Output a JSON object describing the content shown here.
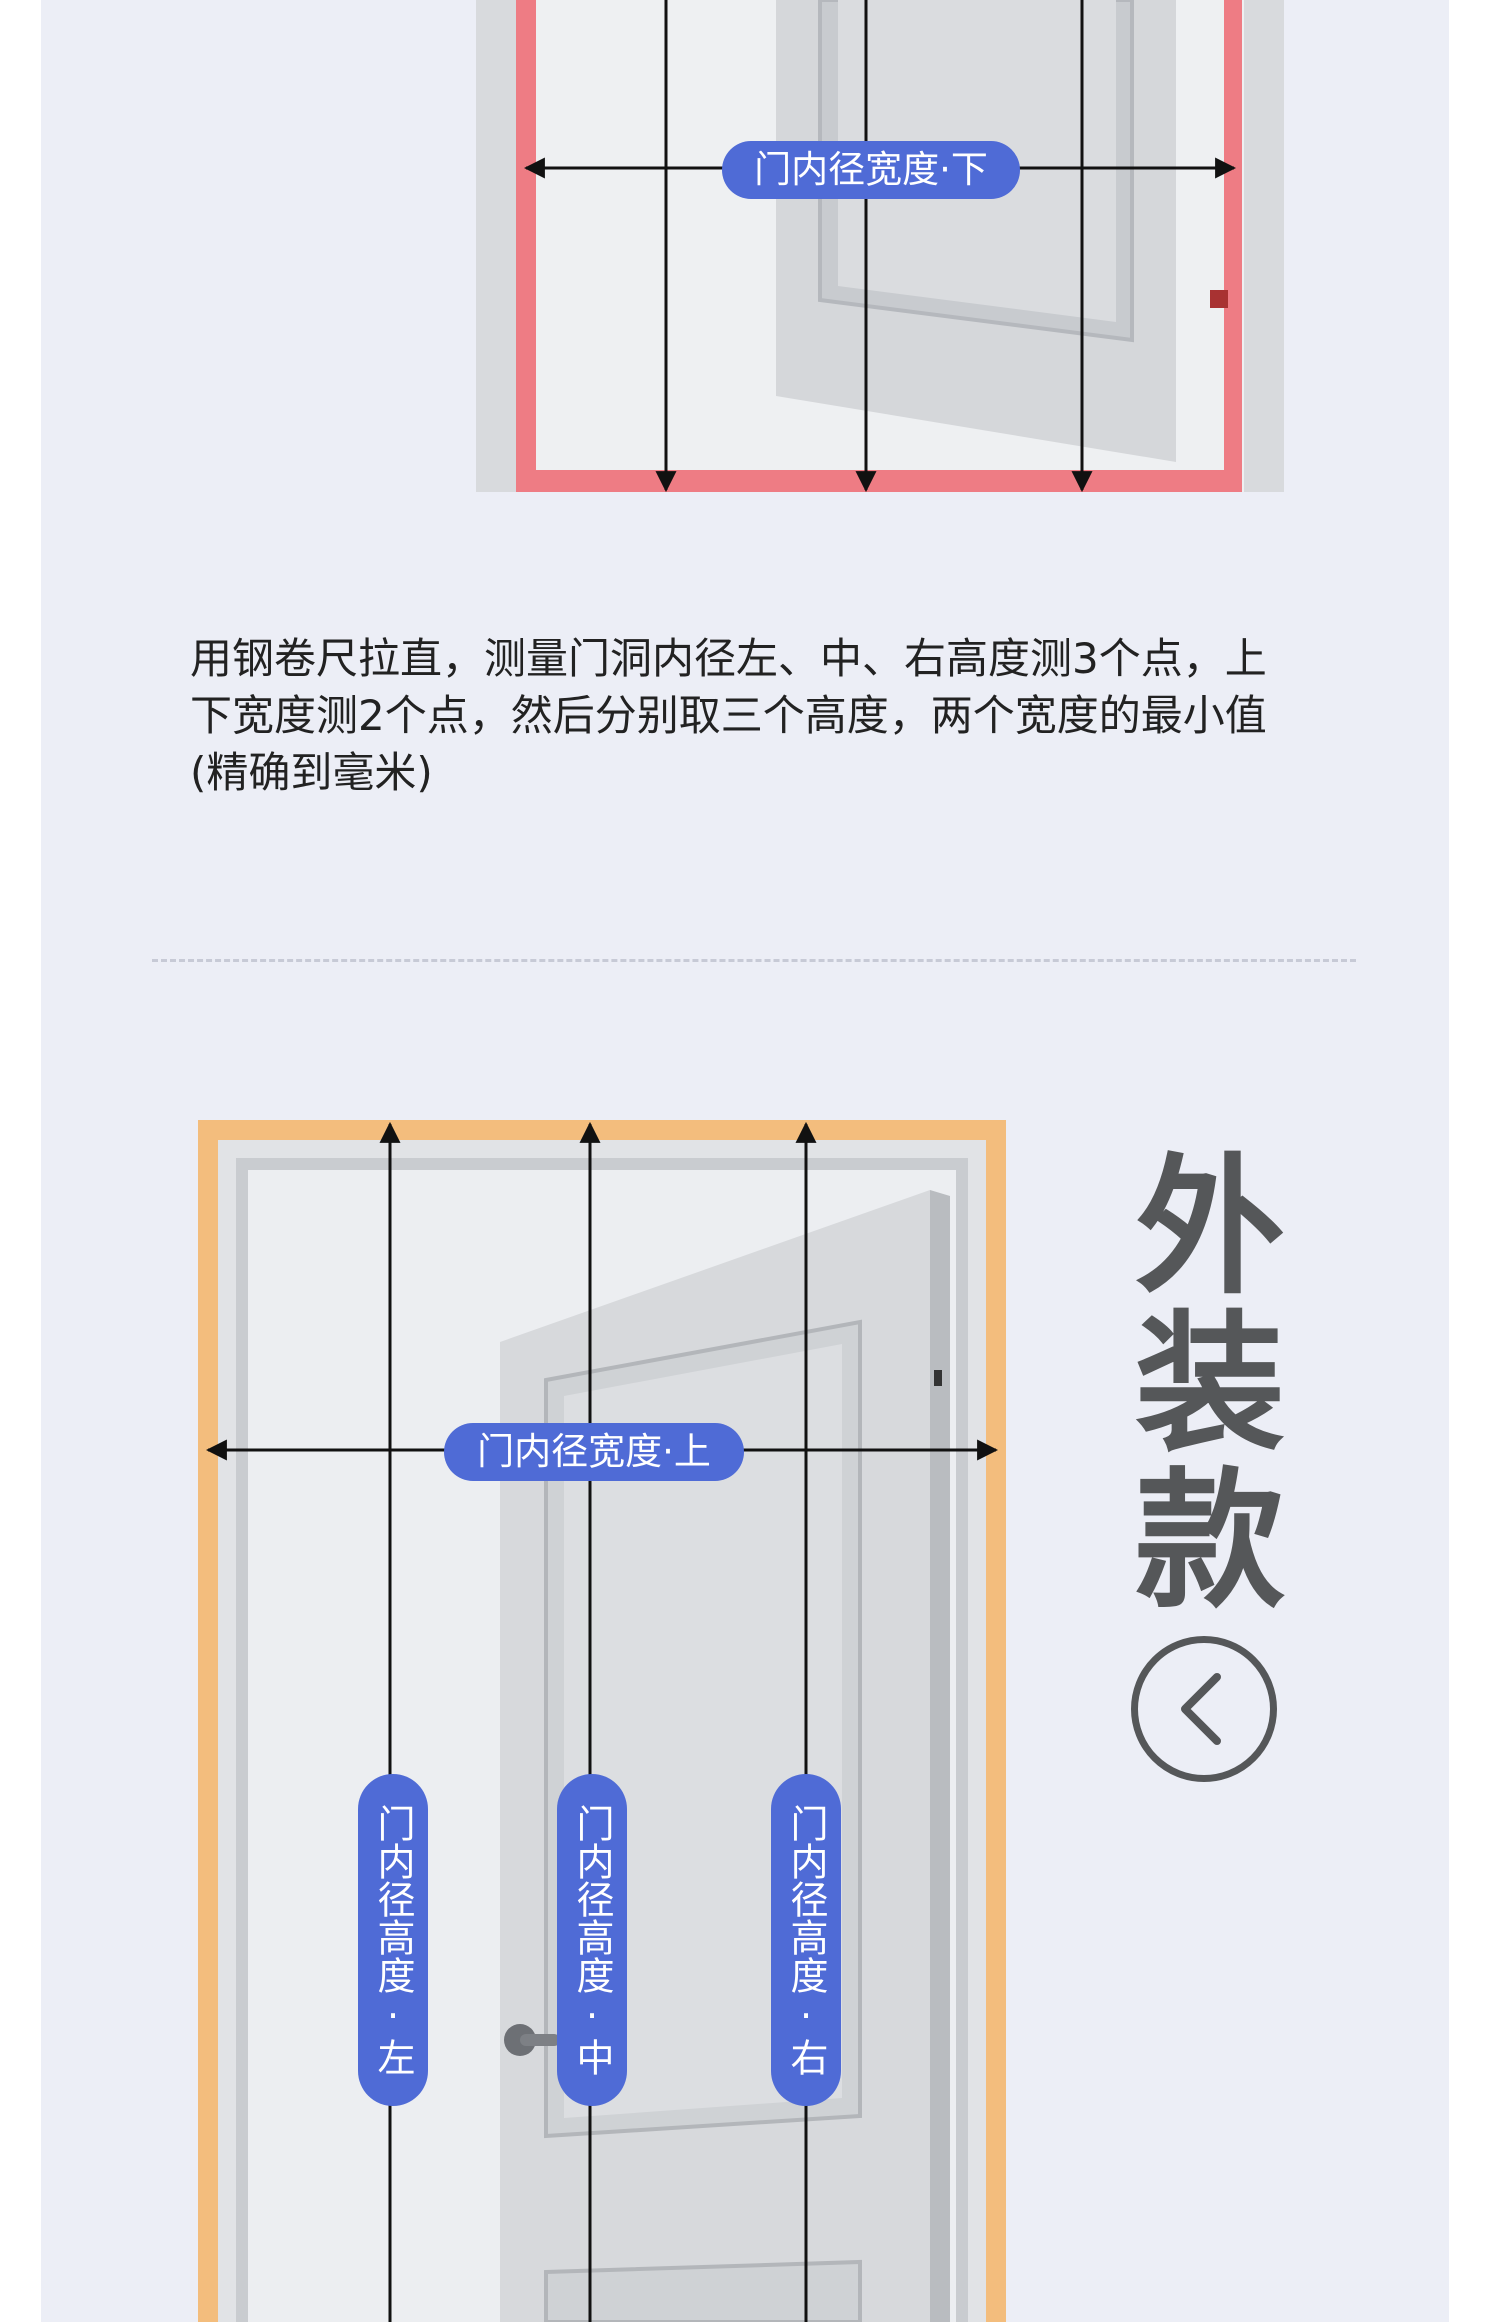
{
  "section_top": {
    "width_label_bottom": "门内径宽度·下",
    "frame_color": "#ee7c84"
  },
  "description": "用钢卷尺拉直，测量门洞内径左、中、右高度测3个点，上下宽度测2个点，然后分别取三个高度，两个宽度的最小值(精确到毫米)",
  "section_bottom": {
    "title_chars": [
      "外",
      "装",
      "款"
    ],
    "width_label_top": "门内径宽度·上",
    "height_label_left": "门内径高度·左",
    "height_label_middle": "门内径高度·中",
    "height_label_right": "门内径高度·右",
    "frame_color": "#f3bd7d",
    "back_icon": "chevron-left-circle-icon"
  },
  "colors": {
    "background": "#eceef6",
    "label_pill": "#4f6bd6",
    "title_text": "#555759"
  }
}
